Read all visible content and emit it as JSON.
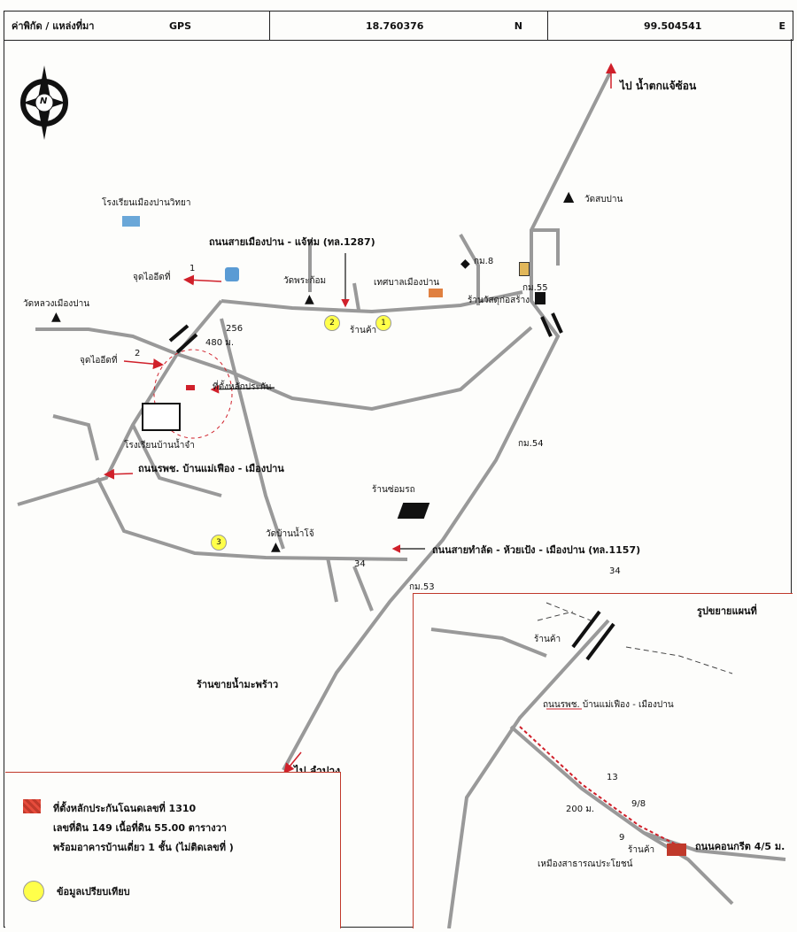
{
  "header": {
    "coord_label": "ค่าพิกัด / แหล่งที่มา",
    "source": "GPS",
    "lat": "18.760376",
    "lat_dir": "N",
    "lon": "99.504541",
    "lon_dir": "E"
  },
  "compass": {
    "letter": "N",
    "icon": "north-arrow-icon"
  },
  "labels": {
    "to_waterfall": "ไป น้ำตกแจ้ซ้อน",
    "to_lampang": "ไป ลำปาง",
    "wat_sobpan": "วัดสบปาน",
    "school_muangpan": "โรงเรียนเมืองปานวิทยา",
    "road_1287": "ถนนสายเมืองปาน - แจ้ห่ม (ทล.1287)",
    "wat_phrakom": "วัดพระก้อม",
    "km8": "กม.8",
    "km55": "กม.55",
    "km54": "กม.54",
    "km53": "กม.53",
    "municipality": "เทศบาลเมืองปาน",
    "shop_wat": "ร้านวัสดุก่อสร้าง",
    "shop_food": "ร้านค้า",
    "point1": "จุดไออีดที่",
    "point1_num": "1",
    "point2": "จุดไออีดที่",
    "point2_num": "2",
    "wat_luang": "วัดหลวงเมืองปาน",
    "num256": "256",
    "dist480": "480 ม.",
    "site": "ที่ตั้งหลักประกัน",
    "school_bannamcha": "โรงเรียนบ้านน้ำจำ",
    "road_hospital": "ถนนรพช. บ้านแม่เฟือง - เมืองปาน",
    "shop_repair": "ร้านซ่อมรถ",
    "wat_bannamjo": "วัดบ้านน้ำโจ้",
    "road_1157": "ถนนสายทำลัด - ห้วยเป้ง - เมืองปาน (ทล.1157)",
    "n34a": "34",
    "n34b": "34",
    "shop_coconut": "ร้านขายน้ำมะพร้าว",
    "c1": "1",
    "c2": "2",
    "c3": "3"
  },
  "inset": {
    "title": "รูปขยายแผนที่",
    "shop": "ร้านค้า",
    "road_hospital": "ถนนรพช. บ้านแม่เฟือง - เมืองปาน",
    "n13": "13",
    "dist200": "200 ม.",
    "n98": "9/8",
    "n9": "9",
    "shop2": "ร้านค้า",
    "concrete": "ถนนคอนกรีต 4/5 ม.",
    "shrine": "เหมืองสาธารณประโยชน์"
  },
  "legend": {
    "site_line1": "ที่ตั้งหลักประกันโฉนดเลขที่ 1310",
    "site_line2": "เลขที่ดิน 149 เนื้อที่ดิน 55.00 ตารางวา",
    "site_line3": "พร้อมอาคารบ้านเดี่ยว 1 ชั้น (ไม่ติดเลขที่ )",
    "compare": "ข้อมูลเปรียบเทียบ",
    "site_color": "#c0392b",
    "compare_color": "#ffff4a"
  }
}
